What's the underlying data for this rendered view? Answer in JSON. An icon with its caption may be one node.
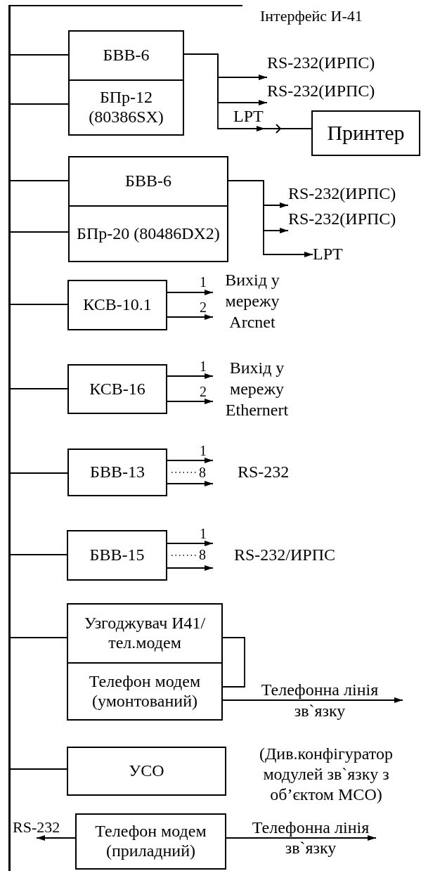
{
  "diagram": {
    "nodes": [
      {
        "text": [],
        "shape": "bar"
      },
      {
        "text": [
          "БВВ-6"
        ]
      },
      {
        "text": [
          "БПр-12 (80386SX)"
        ]
      },
      {
        "text": [
          "RS-232(ИРПС)"
        ]
      },
      {
        "text": [
          "RS-232(ИРПС)"
        ]
      },
      {
        "text": [
          "Принтер"
        ]
      },
      {
        "text": [
          "БВВ-6"
        ]
      },
      {
        "text": [
          "БПр-20 (80486DX2)"
        ]
      },
      {
        "text": [
          "RS-232(ИРПС)"
        ]
      },
      {
        "text": [
          "RS-232(ИРПС)"
        ]
      },
      {
        "text": [
          "LPT"
        ]
      },
      {
        "text": [
          "КСВ-10.1"
        ]
      },
      {
        "text": [
          "Вихід у мережу Arcnet"
        ]
      },
      {
        "text": [
          "КСВ-16"
        ]
      },
      {
        "text": [
          "Вихід у мережу Ethernert"
        ]
      },
      {
        "text": [
          "БВВ-13"
        ]
      },
      {
        "text": [
          "RS-232"
        ]
      },
      {
        "text": [
          "БВВ-15"
        ]
      },
      {
        "text": [
          "RS-232/ИРПС"
        ]
      },
      {
        "text": [
          "Узгоджувач И41/тел.модем"
        ]
      },
      {
        "text": [
          "Телефон модем (умонтований)"
        ]
      },
      {
        "text": [
          "УСО"
        ],
        "beside": [
          "(Див.конфігуратор модулей зв`язку з об’єктом МСО)"
        ]
      },
      {
        "text": [
          "Телефон модем (приладний)"
        ]
      }
    ],
    "edges": [
      {
        "from": 0,
        "to": 1,
        "arrow": "none"
      },
      {
        "from": 0,
        "to": 2,
        "arrow": "none"
      },
      {
        "from": 1,
        "to": 3,
        "arrow": "to"
      },
      {
        "from": 1,
        "to": 4,
        "arrow": "to"
      },
      {
        "from": 1,
        "to": 5,
        "arrow": "to",
        "label": "LPT"
      },
      {
        "from": 0,
        "to": 6,
        "arrow": "none"
      },
      {
        "from": 0,
        "to": 7,
        "arrow": "none"
      },
      {
        "from": 6,
        "to": 8,
        "arrow": "to"
      },
      {
        "from": 6,
        "to": 9,
        "arrow": "to"
      },
      {
        "from": 6,
        "to": 10,
        "arrow": "to"
      },
      {
        "from": 0,
        "to": 11,
        "arrow": "none"
      },
      {
        "from": 11,
        "to": 12,
        "arrow": "to",
        "label": "1"
      },
      {
        "from": 11,
        "to": 12,
        "arrow": "to",
        "label": "2"
      },
      {
        "from": 0,
        "to": 13,
        "arrow": "none"
      },
      {
        "from": 13,
        "to": 14,
        "arrow": "to",
        "label": "1"
      },
      {
        "from": 13,
        "to": 14,
        "arrow": "to",
        "label": "2"
      },
      {
        "from": 0,
        "to": 15,
        "arrow": "none"
      },
      {
        "from": 15,
        "to": 16,
        "arrow": "to",
        "label": "1"
      },
      {
        "from": 15,
        "to": 16,
        "arrow": "to",
        "label": "8"
      },
      {
        "from": 0,
        "to": 17,
        "arrow": "none"
      },
      {
        "from": 17,
        "to": 18,
        "arrow": "to",
        "label": "1"
      },
      {
        "from": 17,
        "to": 18,
        "arrow": "to",
        "label": "8"
      },
      {
        "from": 0,
        "to": 19,
        "arrow": "none"
      },
      {
        "from": 19,
        "to": 20,
        "arrow": "none"
      },
      {
        "from": 20,
        "to": null,
        "arrow": "to",
        "label": "Телефонна лінія зв`язку"
      },
      {
        "from": 0,
        "to": 21,
        "arrow": "none"
      },
      {
        "from": 22,
        "to": null,
        "arrow": "to",
        "label": "RS-232"
      },
      {
        "from": 22,
        "to": null,
        "arrow": "to",
        "label": "Телефонна лінія зв`язку"
      }
    ],
    "labels": [
      "Інтерфейс И-41"
    ]
  }
}
